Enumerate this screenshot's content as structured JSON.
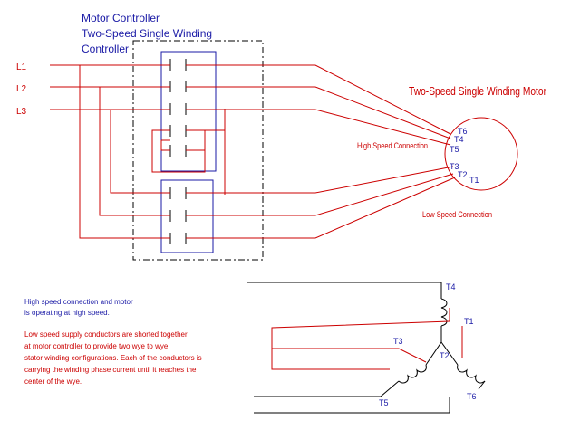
{
  "controller_title": [
    "Motor Controller",
    "Two-Speed Single Winding",
    "Controller"
  ],
  "motor_title": "Two-Speed Single Winding Motor",
  "line_labels": [
    "L1",
    "L2",
    "L3"
  ],
  "high_speed_label": "High Speed Connection",
  "low_speed_label": "Low Speed Connection",
  "motor_terminals": [
    "T6",
    "T4",
    "T5",
    "T3",
    "T2",
    "T1"
  ],
  "wye_terminals": [
    "T4",
    "T1",
    "T3",
    "T2",
    "T6",
    "T5"
  ],
  "note_high": [
    "High speed connection and motor",
    "is operating at high speed."
  ],
  "note_low": [
    "Low speed supply conductors  are shorted together",
    "at motor controller to provide two wye to wye",
    "stator winding configurations.  Each of the conductors is",
    "carrying the winding phase current until it reaches the",
    "center of the wye."
  ],
  "colors": {
    "text_blue": "#1a1aa6",
    "wire_red": "#cc0000",
    "box_blue": "#1a1aa6"
  }
}
